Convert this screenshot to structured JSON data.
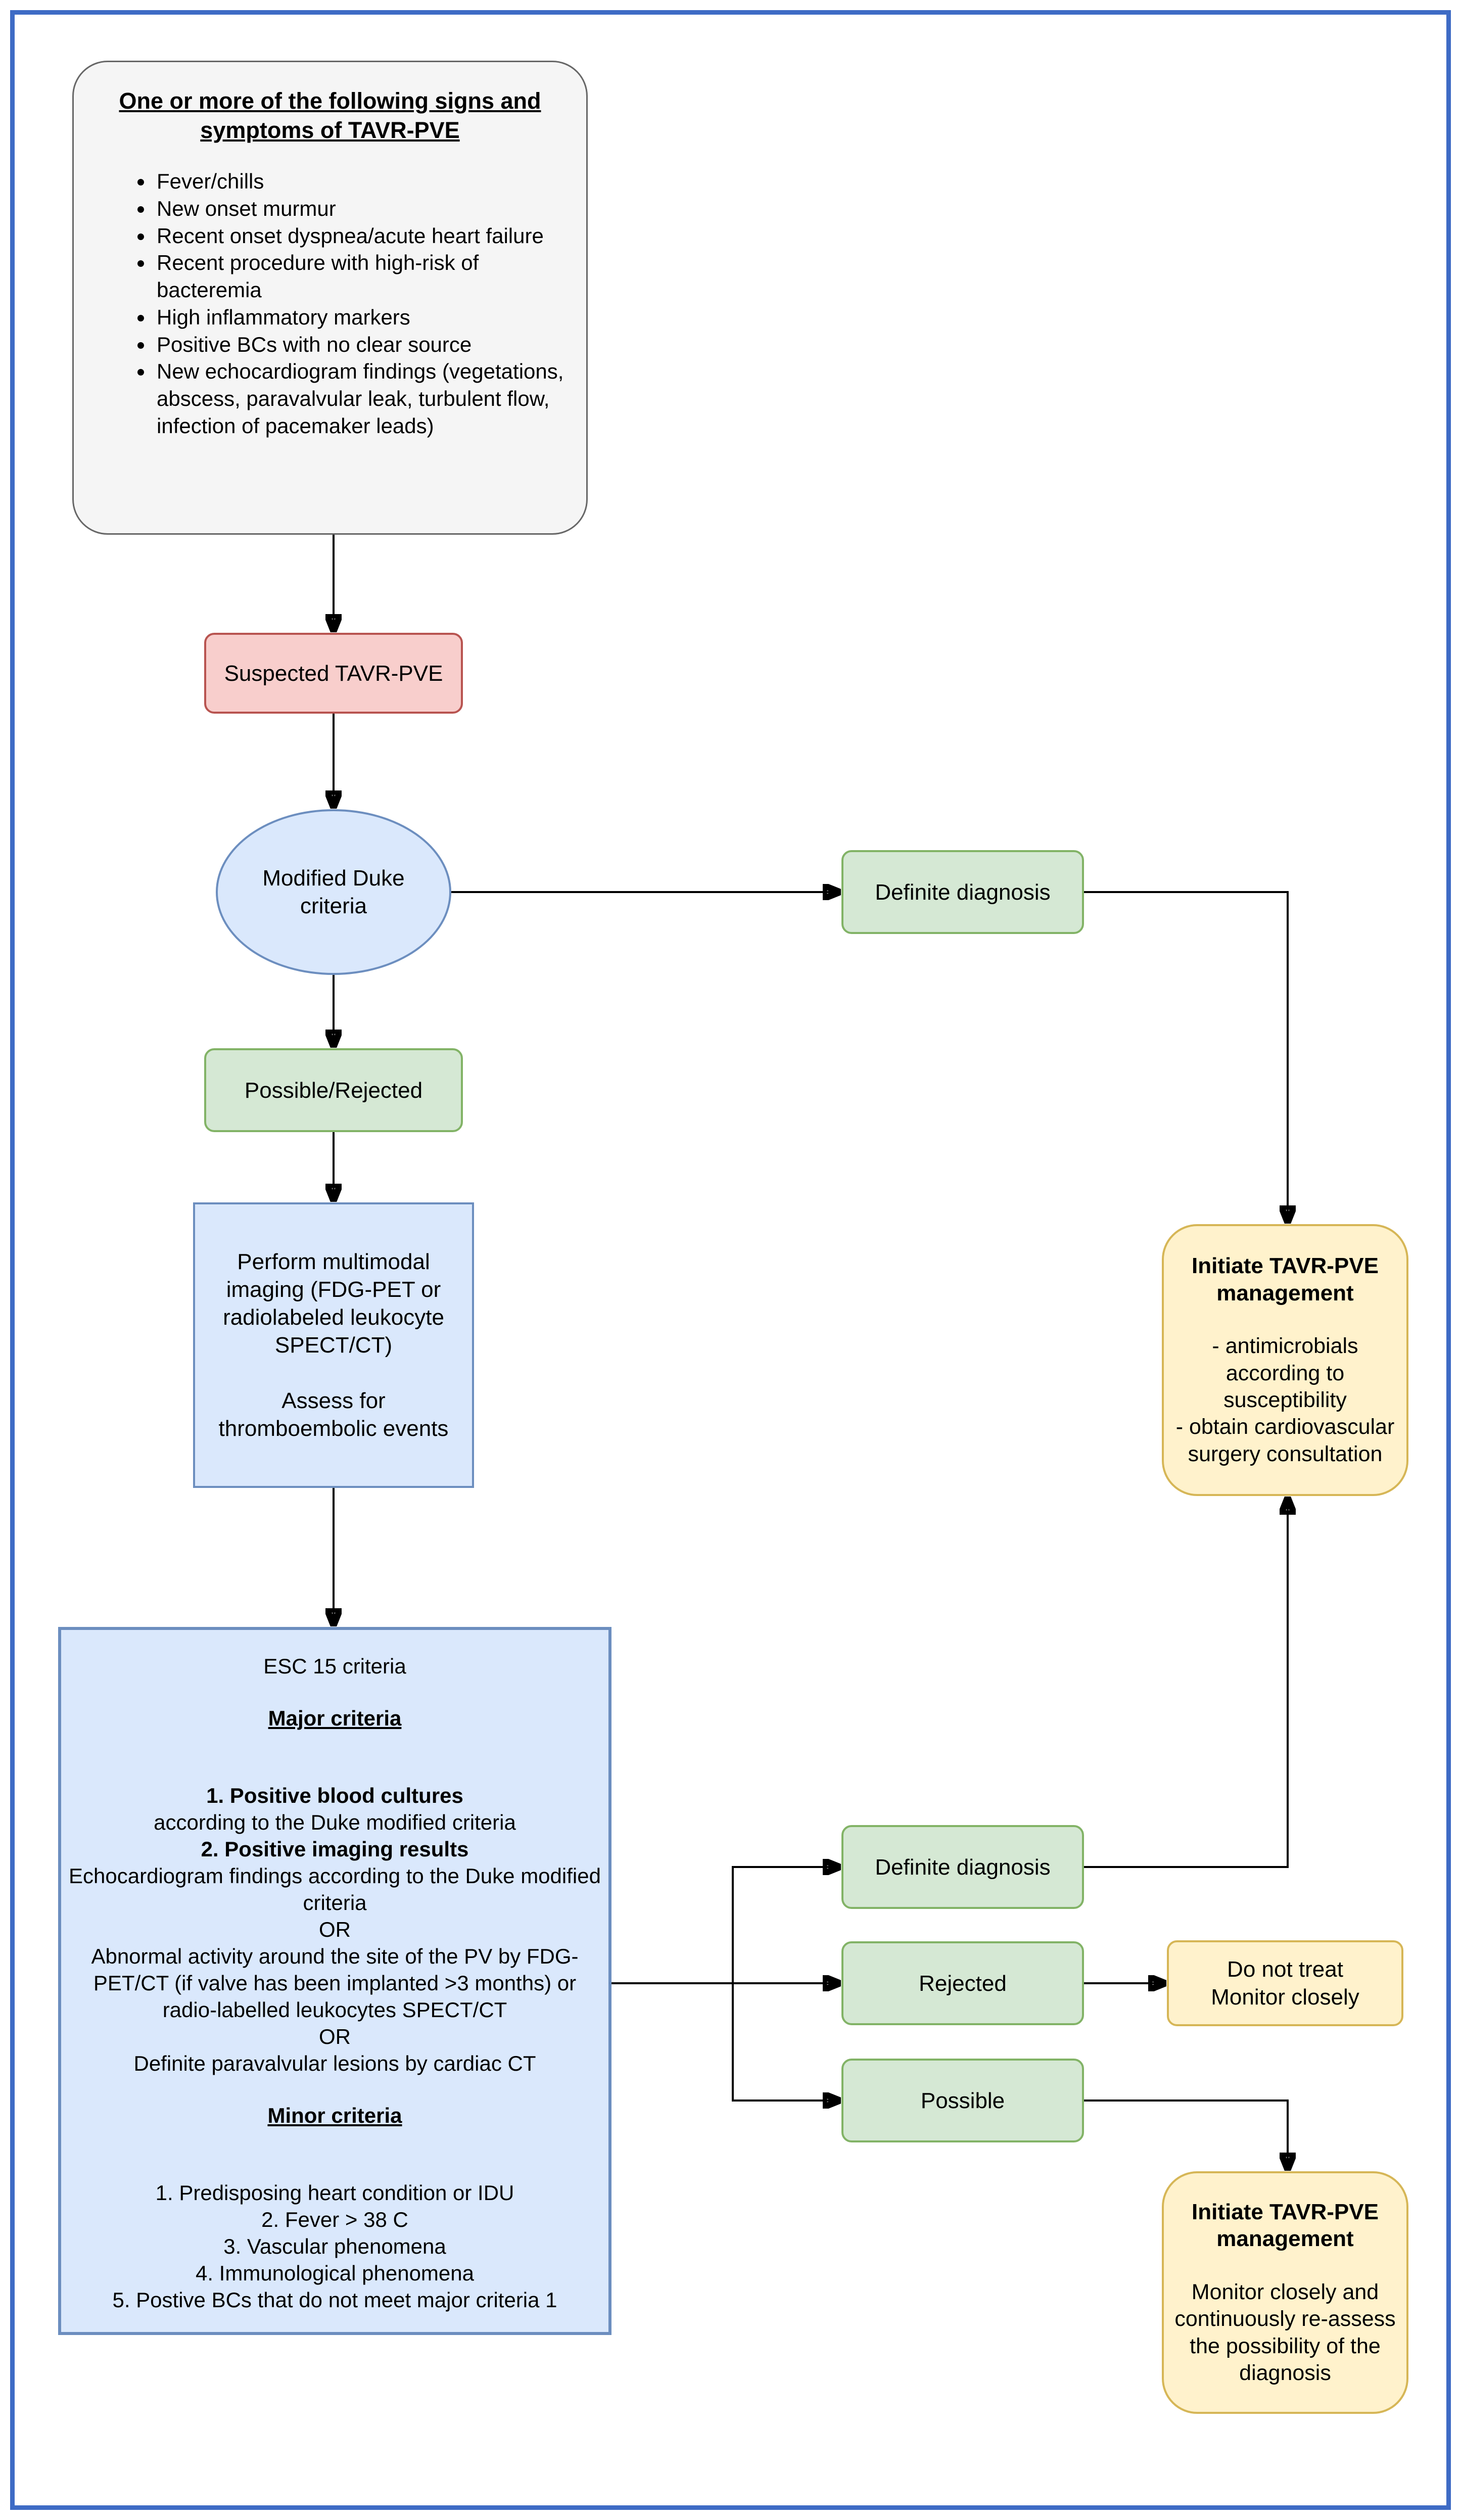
{
  "palette": {
    "frame": "#3E6BC5",
    "gray_fill": "#F5F5F5",
    "gray_border": "#666666",
    "red_fill": "#F8CECC",
    "red_border": "#B85450",
    "blue_fill": "#DAE8FC",
    "blue_border": "#6C8EBF",
    "green_fill": "#D5E8D4",
    "green_border": "#82B366",
    "yellow_fill": "#FFF2CC",
    "yellow_border": "#D6B656",
    "line": "#000000"
  },
  "intro": {
    "title": "One or more of the following signs and\nsymptoms of TAVR-PVE",
    "bullets": [
      "Fever/chills",
      "New onset murmur",
      "Recent onset dyspnea/acute heart failure",
      "Recent procedure with high-risk of bacteremia",
      "High inflammatory markers",
      "Positive BCs with no clear source",
      "New echocardiogram findings (vegetations, abscess, paravalvular leak, turbulent flow, infection of pacemaker leads)"
    ]
  },
  "nodes": {
    "suspected": "Suspected TAVR-PVE",
    "duke": "Modified Duke\ncriteria",
    "definite_top": "Definite diagnosis",
    "possible_rejected": "Possible/Rejected",
    "imaging": "Perform multimodal imaging (FDG-PET or radiolabeled leukocyte SPECT/CT)\n\nAssess for thromboembolic events",
    "definite_esc": "Definite diagnosis",
    "rejected": "Rejected",
    "possible": "Possible",
    "do_not_treat": "Do not treat\nMonitor closely",
    "manage_definite": {
      "title": "Initiate TAVR-PVE management",
      "body": "- antimicrobials according to susceptibility\n- obtain cardiovascular surgery consultation"
    },
    "manage_possible": {
      "title": "Initiate TAVR-PVE management",
      "body": "Monitor closely and continuously re-assess the possibility of the diagnosis"
    }
  },
  "esc": {
    "lines": [
      "ESC 15 criteria",
      "Major criteria",
      "1. Positive blood cultures",
      "according to the Duke modified criteria",
      "2. Positive imaging results",
      "Echocardiogram findings according to the Duke modified criteria",
      "OR",
      "Abnormal activity around the site of the PV by FDG-PET/CT (if valve has been implanted >3 months) or radio-labelled leukocytes SPECT/CT",
      "OR",
      "Definite paravalvular lesions by cardiac CT",
      "Minor criteria",
      "1. Predisposing heart condition or IDU",
      "2. Fever > 38 C",
      "3. Vascular phenomena",
      "4. Immunological phenomena",
      "5. Postive BCs that do not meet major criteria 1"
    ]
  }
}
